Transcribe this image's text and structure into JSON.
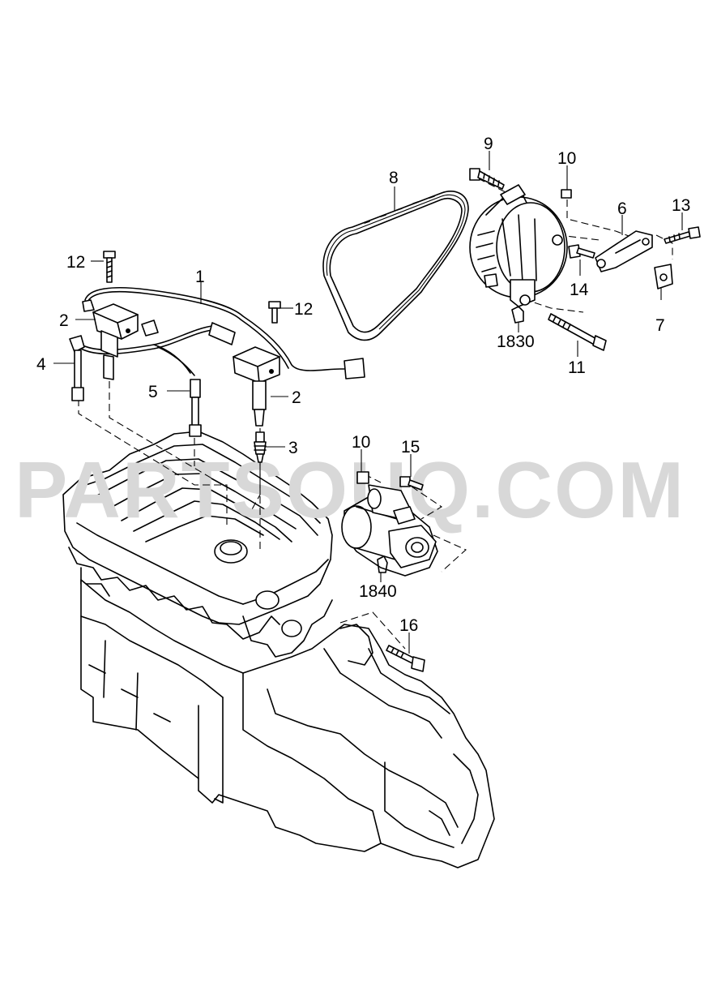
{
  "watermark": "PARTSOUQ.COM",
  "callouts": [
    {
      "id": "c1",
      "text": "1"
    },
    {
      "id": "c2a",
      "text": "2"
    },
    {
      "id": "c2b",
      "text": "2"
    },
    {
      "id": "c3",
      "text": "3"
    },
    {
      "id": "c4",
      "text": "4"
    },
    {
      "id": "c5",
      "text": "5"
    },
    {
      "id": "c6",
      "text": "6"
    },
    {
      "id": "c7",
      "text": "7"
    },
    {
      "id": "c8",
      "text": "8"
    },
    {
      "id": "c9",
      "text": "9"
    },
    {
      "id": "c10a",
      "text": "10"
    },
    {
      "id": "c10b",
      "text": "10"
    },
    {
      "id": "c11",
      "text": "11"
    },
    {
      "id": "c12a",
      "text": "12"
    },
    {
      "id": "c12b",
      "text": "12"
    },
    {
      "id": "c13",
      "text": "13"
    },
    {
      "id": "c14",
      "text": "14"
    },
    {
      "id": "c15",
      "text": "15"
    },
    {
      "id": "c16",
      "text": "16"
    },
    {
      "id": "c1830",
      "text": "1830"
    },
    {
      "id": "c1840",
      "text": "1840"
    }
  ]
}
